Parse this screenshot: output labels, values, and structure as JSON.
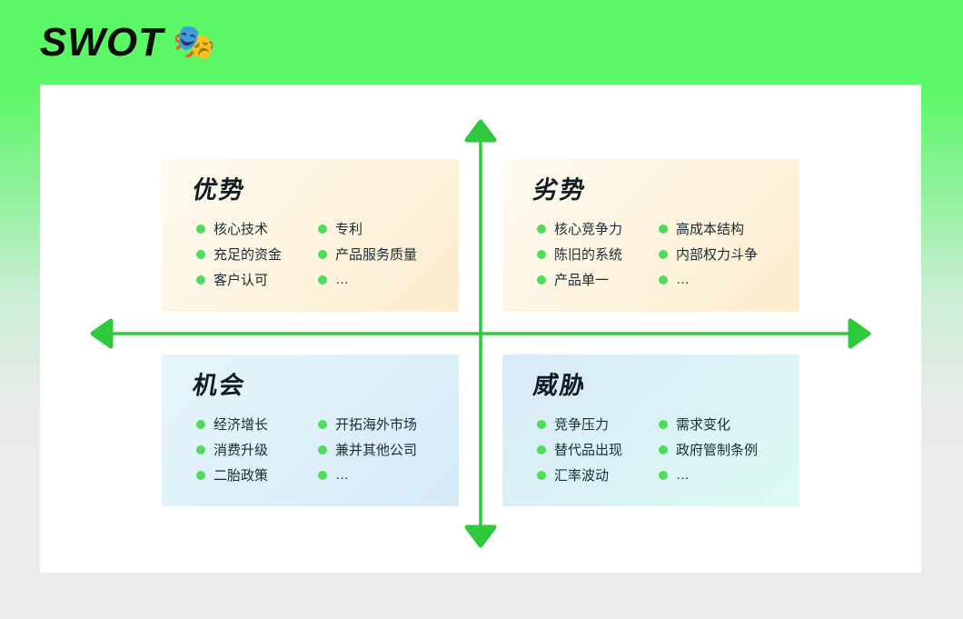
{
  "header": {
    "title": "SWOT",
    "title_icon": "🎭"
  },
  "colors": {
    "banner_green": "#5cf766",
    "arrow_green": "#2fc93e",
    "bullet_green": "#4fdc59",
    "page_gray": "#ebebeb",
    "card_white": "#ffffff",
    "warm_quadrant_start": "#fefbf1",
    "warm_quadrant_end": "#fcecce",
    "opportunities_start": "#e5f7fa",
    "opportunities_end": "#d6e9f7",
    "threats_start": "#d9eaf8",
    "threats_end": "#dcfaf3",
    "item_text": "#1a2b36"
  },
  "quadrants": [
    {
      "key": "strengths",
      "title": "优势",
      "items": [
        "核心技术",
        "充足的资金",
        "客户认可",
        "专利",
        "产品服务质量",
        "…"
      ]
    },
    {
      "key": "weaknesses",
      "title": "劣势",
      "items": [
        "核心竞争力",
        "陈旧的系统",
        "产品单一",
        "高成本结构",
        "内部权力斗争",
        "…"
      ]
    },
    {
      "key": "opportunities",
      "title": "机会",
      "items": [
        "经济增长",
        "消费升级",
        "二胎政策",
        "开拓海外市场",
        "兼并其他公司",
        "…"
      ]
    },
    {
      "key": "threats",
      "title": "威胁",
      "items": [
        "竞争压力",
        "替代品出现",
        "汇率波动",
        "需求变化",
        "政府管制条例",
        "…"
      ]
    }
  ]
}
